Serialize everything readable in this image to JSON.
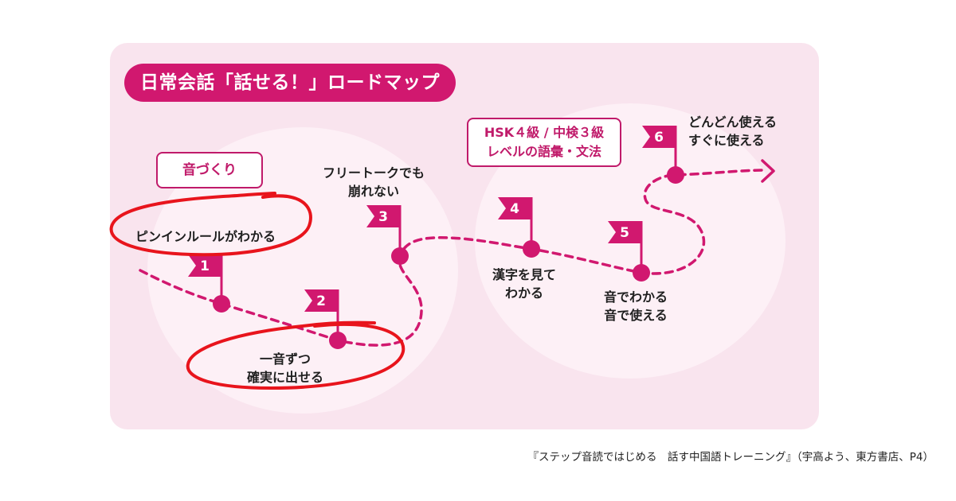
{
  "title": "日常会話「話せる！」ロードマップ",
  "tags": {
    "sound": "音づくり",
    "hsk_line1": "HSK４級 / 中検３級",
    "hsk_line2": "レベルの語彙・文法"
  },
  "steps": [
    {
      "number": "1",
      "label_lines": [
        "ピンインルールがわかる"
      ]
    },
    {
      "number": "2",
      "label_lines": [
        "一音ずつ",
        "確実に出せる"
      ]
    },
    {
      "number": "3",
      "label_lines": [
        "フリートークでも",
        "崩れない"
      ]
    },
    {
      "number": "4",
      "label_lines": [
        "漢字を見て",
        "わかる"
      ]
    },
    {
      "number": "5",
      "label_lines": [
        "音でわかる",
        "音で使える"
      ]
    },
    {
      "number": "6",
      "label_lines": [
        "どんどん使える",
        "すぐに使える"
      ]
    }
  ],
  "caption": "『ステップ音読ではじめる　話す中国語トレーニング』（宇高よう、東方書店、P4）",
  "colors": {
    "accent": "#d1186f",
    "card_bg": "#f9e4ee",
    "circle_bg": "#fdf0f6",
    "annotation_red": "#e8141c"
  },
  "icons": {
    "flag": "flag-icon",
    "arrow": "arrow-right-icon"
  }
}
